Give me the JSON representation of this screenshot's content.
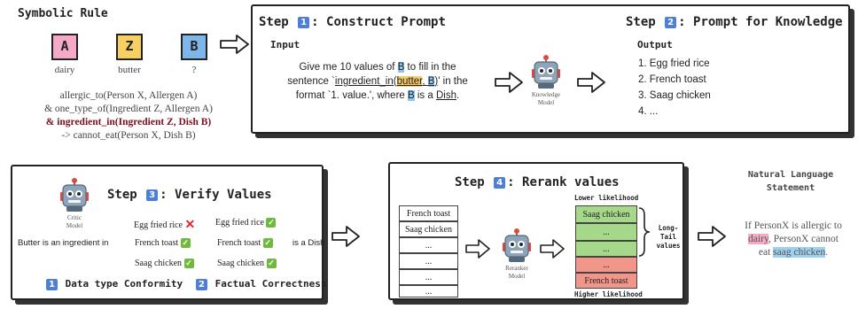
{
  "symbolic_rule": {
    "title": "Symbolic Rule",
    "symbols": [
      {
        "letter": "A",
        "caption": "dairy",
        "color": "#f5a9c8"
      },
      {
        "letter": "Z",
        "caption": "butter",
        "color": "#f8cf63"
      },
      {
        "letter": "B",
        "caption": "?",
        "color": "#7fb6ea"
      }
    ],
    "rule_lines": [
      "allergic_to(Person X, Allergen A)",
      "& one_type_of(Ingredient Z, Allergen A)",
      "& ingredient_in(Ingredient Z, Dish B)",
      "-> cannot_eat(Person X, Dish B)"
    ]
  },
  "step1": {
    "number": "1",
    "title_prefix": "Step ",
    "title_suffix": ": Construct Prompt",
    "input_label": "Input",
    "prompt": {
      "p1": "Give me 10 values of ",
      "b1": "B",
      "p2": " to fill in the",
      "p3": "sentence `",
      "ing1": "ingredient_in(",
      "butter": "butter",
      "comma": ", ",
      "b2": "B",
      "ing2": ")",
      "p4": "' in the",
      "p5": "format `1. value.', where ",
      "b3": "B",
      "p6": " is a ",
      "dish": "Dish",
      "p7": "."
    },
    "model_label": [
      "Knowledge",
      "Model"
    ]
  },
  "step2": {
    "number": "2",
    "title_prefix": "Step ",
    "title_suffix": ": Prompt for Knowledge",
    "output_label": "Output",
    "outputs": [
      "1.  Egg fried rice",
      "2.  French toast",
      "3.  Saag chicken",
      "4.  ..."
    ]
  },
  "step3": {
    "number": "3",
    "title_prefix": "Step ",
    "title_suffix": ": Verify Values",
    "model_label": [
      "Critic",
      "Model"
    ],
    "left_sentence": "Butter is an ingredient in",
    "right_sentence": "is a Dish",
    "col1": [
      "Egg fried rice",
      "French toast",
      "Saag chicken"
    ],
    "col1_marks": [
      "cross",
      "check",
      "check"
    ],
    "col2": [
      "Egg fried rice",
      "French toast",
      "Saag chicken"
    ],
    "col2_marks": [
      "check",
      "check",
      "check"
    ],
    "footer1_num": "1",
    "footer1": "Data type Conformity",
    "footer2_num": "2",
    "footer2": "Factual Correctness"
  },
  "step4": {
    "number": "4",
    "title_prefix": "Step ",
    "title_suffix": ": Rerank values",
    "left_list": [
      "French toast",
      "Saag chicken",
      "...",
      "...",
      "...",
      "..."
    ],
    "model_label": [
      "Reranker",
      "Model"
    ],
    "lower_label": "Lower likelihood",
    "higher_label": "Higher likelihood",
    "right_list": [
      "Saag chicken",
      "...",
      "...",
      "...",
      "French toast"
    ],
    "right_colors": [
      "#a6d88a",
      "#a6d88a",
      "#a6d88a",
      "#f3968a",
      "#f3968a"
    ],
    "long_tail_label": [
      "Long-Tail",
      "values"
    ]
  },
  "natural_language": {
    "title": [
      "Natural Language",
      "Statement"
    ],
    "s1": "If PersonX is allergic to",
    "dairy": "dairy",
    "s2": ", PersonX cannot",
    "s3": "eat ",
    "saag": "saag chicken",
    "s4": "."
  }
}
